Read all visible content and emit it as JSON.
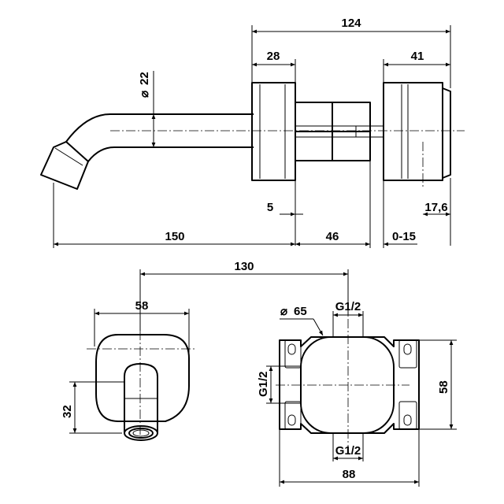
{
  "dimensions": {
    "overall_depth": "124",
    "body_width": "28",
    "handle_width": "41",
    "spout_diameter": "22",
    "spout_diameter_symbol": "⌀",
    "gap": "5",
    "handle_offset": "17,6",
    "spout_length": "150",
    "box_depth": "46",
    "adjustment": "0-15",
    "center_distance": "130",
    "plate_width": "58",
    "outlet_height": "32",
    "box_diameter": "65",
    "box_diameter_symbol": "⌀",
    "thread_top": "G1/2",
    "thread_side": "G1/2",
    "thread_bottom": "G1/2",
    "box_height": "58",
    "box_width": "88"
  }
}
